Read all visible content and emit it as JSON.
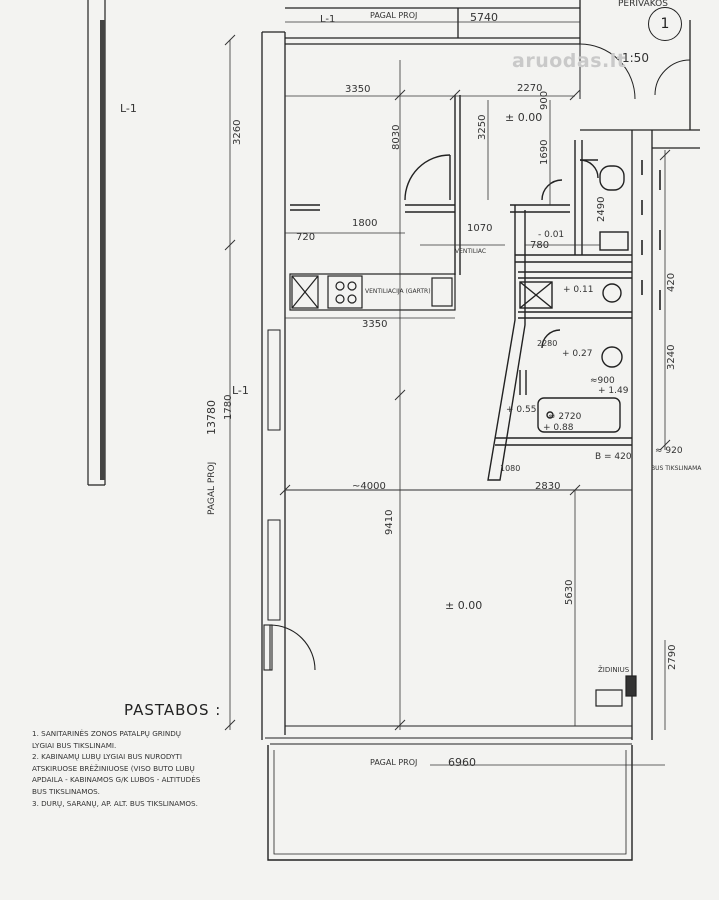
{
  "header": {
    "corridor_label": "PERIVAKOS",
    "sheet_number": "1",
    "scale": "1:50",
    "watermark": "aruodas.lt",
    "pagal_top": "PAGAL PROJ",
    "dim_top": "5740",
    "level_top": "L-1"
  },
  "dimensions": {
    "d3350a": "3350",
    "d8030": "8030",
    "d2270": "2270",
    "d900": "900",
    "d3250": "3250",
    "d3260": "3260",
    "d1690": "1690",
    "d1800": "1800",
    "d1070": "1070",
    "d2490": "2490",
    "d780a": "780",
    "d720": "720",
    "d3350b": "3350",
    "d1780": "1780",
    "d13780": "13780",
    "d4000": "~4000",
    "d2830": "2830",
    "d9410": "9410",
    "d5630": "5630",
    "d3240": "3240",
    "d420": "420",
    "d6960": "6960",
    "d2790": "2790",
    "dB420": "B = 420",
    "d920": "≈ 920",
    "d1080": "1080",
    "d2720": "≈ 2720",
    "d900b": "≈900",
    "d2280": "2280"
  },
  "levels": {
    "l0a": "± 0.00",
    "l0b": "± 0.00",
    "lm001": "- 0.01",
    "l011": "+ 0.11",
    "l027": "+ 0.27",
    "l149": "+ 1.49",
    "l055": "+ 0.55",
    "l088": "+ 0.88"
  },
  "labels": {
    "l1_left": "L-1",
    "l1_mid": "L-1",
    "pagal_vertical": "PAGAL PROJ",
    "ventiliac": "VENTILIAC",
    "ventiliacija": "VENTILIACIJA (GARTR)",
    "zidinius": "ŽIDINIUS",
    "bus_tikslinama": "BUS TIKSLINAMA",
    "pagal_bottom": "PAGAL PROJ"
  },
  "notes": {
    "title": "PASTABOS :",
    "items": [
      "1. SANITARINĖS ZONOS PATALPŲ GRINDŲ",
      "LYGIAI BUS TIKSLINAMI.",
      "2. KABINAMŲ LUBŲ LYGIAI BUS NURODYTI",
      "ATSKIRUOSE BRĖŽINIUOSE (VISO BUTO LUBŲ",
      "APDAILA - KABINAMOS G/K LUBOS - ALTITUDĖS",
      "BUS TIKSLINAMOS.",
      "3. DURŲ, SARANŲ, AP. ALT. BUS TIKSLINAMOS."
    ]
  }
}
